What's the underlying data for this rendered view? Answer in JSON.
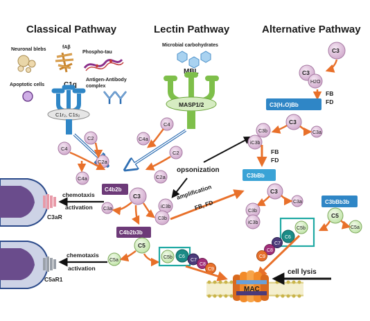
{
  "headers": {
    "classical": "Classical Pathway",
    "lectin": "Lectin Pathway",
    "alternative": "Alternative Pathway"
  },
  "classical": {
    "neuronal_blebs": "Neuronal blebs",
    "fab": "fAβ",
    "phospho_tau": "Phospho-tau",
    "apoptotic_cells": "Apoptotic cells",
    "c1q": "C1q",
    "antigen_antibody": [
      "Antigen-Antibody",
      "complex"
    ],
    "c1r2c1s2": "C1r₂, C1s₂"
  },
  "lectin": {
    "microbial_carbohydrates": "Microbial carbohydrates",
    "mbl": "MBL",
    "masp": "MASP1/2"
  },
  "alternative": {
    "c3_top": "C3",
    "c3_h2o_c3": "C3",
    "h2o": "H2O",
    "fb": "FB",
    "fd": "FD",
    "c3h2obb": "C3(H₂O)Bb",
    "c3_mid": "C3",
    "c3a_mid": "C3a",
    "c3b_mid": "C3b",
    "ic3b_mid": "iC3b",
    "fb2": "FB",
    "fd2": "FD",
    "c3bbb": "C3bBb",
    "c3_low": "C3",
    "c3a_low": "C3a",
    "c3b_low": "C3b",
    "ic3b_low": "iC3b",
    "c3bbb3b": "C3bBb3b",
    "c5_alt": "C5",
    "c5a_alt": "C5a",
    "c5b_alt": "C5b",
    "c6_alt": "C6",
    "c7_alt": "C7",
    "c8_alt": "C8",
    "c9_alt": "C9"
  },
  "cascade": {
    "c2_left": "C2",
    "c4_left": "C4",
    "c2a_left": "C2a",
    "c4a_left": "C4a",
    "c4_lectin": "C4",
    "c4a_lectin": "C4a",
    "c2_lectin": "C2",
    "c2a_lectin": "C2a",
    "c4b2b": "C4b2b",
    "c3": "C3",
    "c3a": "C3a",
    "c3b": "C3b",
    "ic3b": "iC3b",
    "c4b2b3b": "C4b2b3b",
    "c5": "C5",
    "c5a": "C5a",
    "c5b": "C5b",
    "c6": "C6",
    "c7": "C7",
    "c8": "C8",
    "c9": "C9"
  },
  "labels": {
    "opsonization": "opsonization",
    "amplification": "amplification",
    "fb_fd": "FB, FD",
    "chemotaxis": "chemotaxis",
    "activation": "activation",
    "c3ar": "C3aR",
    "chemotaxis2": "chemotaxis",
    "activation2": "activation",
    "c5ar1": "C5aR1",
    "cell_lysis": "cell lysis",
    "mac": "MAC"
  },
  "colors": {
    "orange_arrow": "#e8702a",
    "lilac": "#e3c8e0",
    "lilac_stroke": "#a77aa3",
    "purple_box": "#6d3a78",
    "blue_box": "#2f86c6",
    "cyan_box": "#3aa3d6",
    "teal": "#1a8b86",
    "c5_green": "#d8efc6",
    "receptor_body": "#2b4a8a",
    "mac_orange": "#f28b2a"
  }
}
